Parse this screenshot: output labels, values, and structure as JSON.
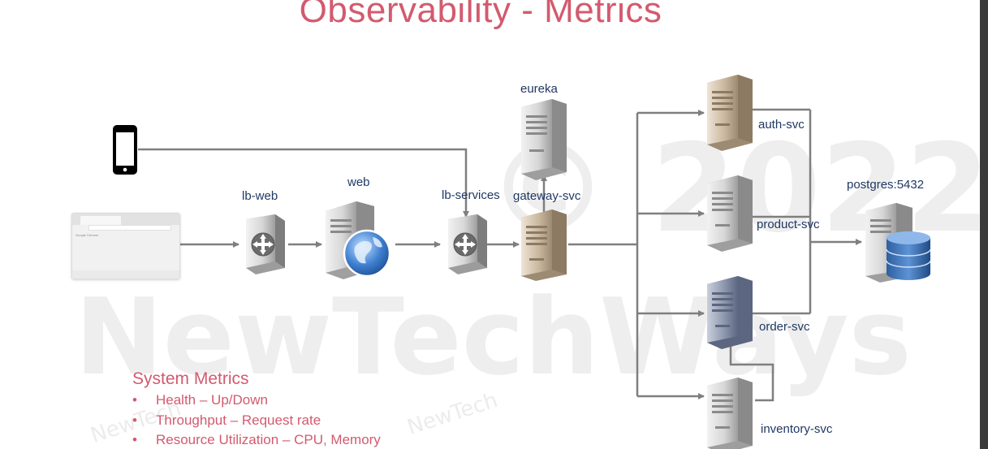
{
  "title": "Observability - Metrics",
  "watermark": {
    "copyright": "© 2022",
    "brand": "NewTechWays",
    "small": "NewTech"
  },
  "nodes": {
    "eureka": "eureka",
    "lb_web": "lb-web",
    "web": "web",
    "lb_services": "lb-services",
    "gateway": "gateway-svc",
    "auth": "auth-svc",
    "product": "product-svc",
    "order": "order-svc",
    "inventory": "inventory-svc",
    "postgres": "postgres:5432"
  },
  "browser_brand": "Google Chrome",
  "system_metrics": {
    "heading": "System Metrics",
    "items": [
      "Health – Up/Down",
      "Throughput – Request rate",
      "Resource Utilization – CPU, Memory"
    ],
    "bullet": "•"
  },
  "colors": {
    "title": "#d35a6e",
    "label": "#1f3864",
    "line": "#7f7f7f",
    "server_grey": "#c9c9c9",
    "server_tan": "#c8b8a2",
    "server_blue": "#8a93a8"
  }
}
